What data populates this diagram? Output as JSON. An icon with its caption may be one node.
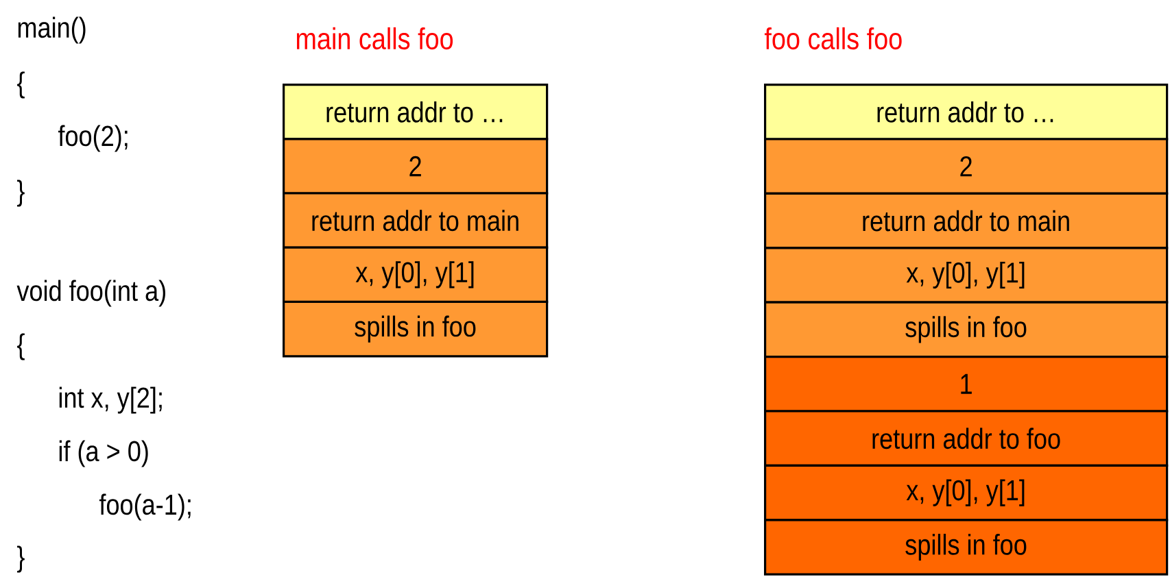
{
  "diagram": {
    "nodes": [
      {
        "text": [
          "return addr to …"
        ]
      },
      {
        "text": [
          "2"
        ]
      },
      {
        "text": [
          "return addr to main"
        ]
      },
      {
        "text": [
          "x, y[0], y[1]"
        ]
      },
      {
        "text": [
          "spills in foo"
        ]
      },
      {
        "text": [
          "return addr to …"
        ]
      },
      {
        "text": [
          "2"
        ]
      },
      {
        "text": [
          "return addr to main"
        ]
      },
      {
        "text": [
          "x, y[0], y[1]"
        ]
      },
      {
        "text": [
          "spills in foo"
        ]
      },
      {
        "text": [
          "1"
        ]
      },
      {
        "text": [
          "return addr to foo"
        ]
      },
      {
        "text": [
          "x, y[0], y[1]"
        ]
      },
      {
        "text": [
          "spills in foo"
        ]
      }
    ],
    "labels": [
      "main()",
      "{",
      "foo(2);",
      "}",
      "void foo(int a)",
      "{",
      "int x, y[2];",
      "if (a > 0)",
      "foo(a-1);",
      "}",
      "main calls foo",
      "foo calls foo"
    ]
  }
}
